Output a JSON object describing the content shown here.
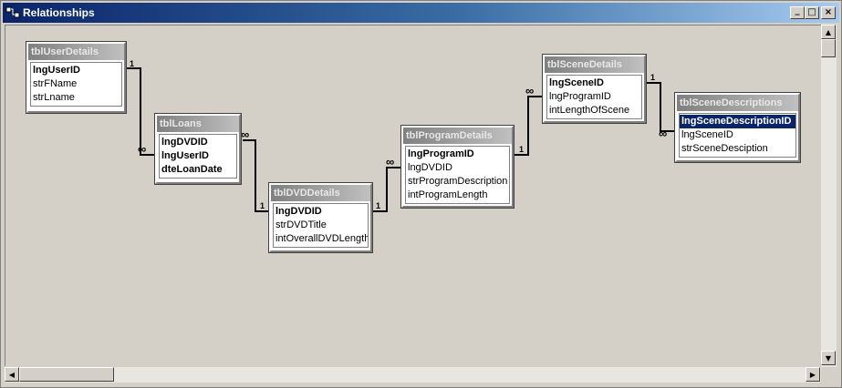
{
  "window": {
    "title": "Relationships",
    "min_glyph": "_",
    "max_glyph": "□",
    "close_glyph": "×"
  },
  "scroll": {
    "up": "▲",
    "down": "▼",
    "left": "◀",
    "right": "▶"
  },
  "tables": {
    "user": {
      "name": "tblUserDetails",
      "fields": [
        {
          "label": "lngUserID",
          "key": true
        },
        {
          "label": "strFName"
        },
        {
          "label": "strLname"
        }
      ]
    },
    "loans": {
      "name": "tblLoans",
      "fields": [
        {
          "label": "lngDVDID",
          "key": true
        },
        {
          "label": "lngUserID",
          "key": true
        },
        {
          "label": "dteLoanDate",
          "key": true
        }
      ]
    },
    "dvd": {
      "name": "tblDVDDetails",
      "fields": [
        {
          "label": "lngDVDID",
          "key": true
        },
        {
          "label": "strDVDTitle"
        },
        {
          "label": "intOverallDVDLength"
        }
      ]
    },
    "program": {
      "name": "tblProgramDetails",
      "fields": [
        {
          "label": "lngProgramID",
          "key": true
        },
        {
          "label": "lngDVDID"
        },
        {
          "label": "strProgramDescription"
        },
        {
          "label": "intProgramLength"
        }
      ]
    },
    "scene": {
      "name": "tblSceneDetails",
      "fields": [
        {
          "label": "lngSceneID",
          "key": true
        },
        {
          "label": "lngProgramID"
        },
        {
          "label": "intLengthOfScene"
        }
      ]
    },
    "scenedesc": {
      "name": "tblSceneDescriptions",
      "fields": [
        {
          "label": "lngSceneDescriptionID",
          "key": true,
          "selected": true
        },
        {
          "label": "lngSceneID"
        },
        {
          "label": "strSceneDesciption"
        }
      ]
    }
  },
  "relationships": [
    {
      "from": "tblUserDetails.lngUserID",
      "to": "tblLoans.lngUserID",
      "one": "1",
      "many": "∞"
    },
    {
      "from": "tblDVDDetails.lngDVDID",
      "to": "tblLoans.lngDVDID",
      "one": "1",
      "many": "∞"
    },
    {
      "from": "tblDVDDetails.lngDVDID",
      "to": "tblProgramDetails.lngDVDID",
      "one": "1",
      "many": "∞"
    },
    {
      "from": "tblProgramDetails.lngProgramID",
      "to": "tblSceneDetails.lngProgramID",
      "one": "1",
      "many": "∞"
    },
    {
      "from": "tblSceneDetails.lngSceneID",
      "to": "tblSceneDescriptions.lngSceneID",
      "one": "1",
      "many": "∞"
    }
  ],
  "colors": {
    "titlebar_start": "#0a246a",
    "titlebar_end": "#a6caf0",
    "table_header": "#808080",
    "selected_field": "#0a246a",
    "canvas": "#d4d0c8"
  }
}
